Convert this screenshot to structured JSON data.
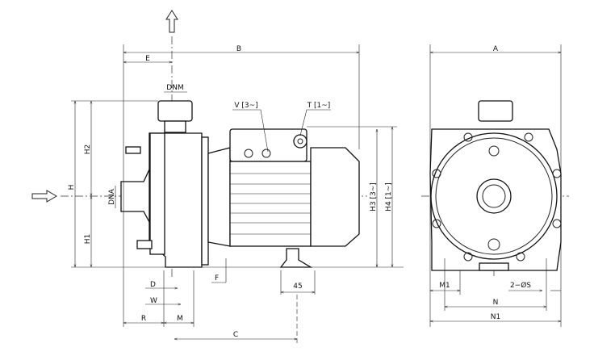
{
  "labels": {
    "B": "B",
    "E": "E",
    "DNM": "DNM",
    "V": "V [3~]",
    "T": "T [1~]",
    "H": "H",
    "H1": "H1",
    "H2": "H2",
    "DNA": "DNA",
    "H3": "H3 [3~]",
    "H4": "H4 [1~]",
    "F": "F",
    "D": "D",
    "W": "W",
    "R": "R",
    "M": "M",
    "C": "C",
    "foot": "45",
    "A": "A",
    "M1": "M1",
    "N": "N",
    "N1": "N1",
    "S": "2−ØS"
  }
}
